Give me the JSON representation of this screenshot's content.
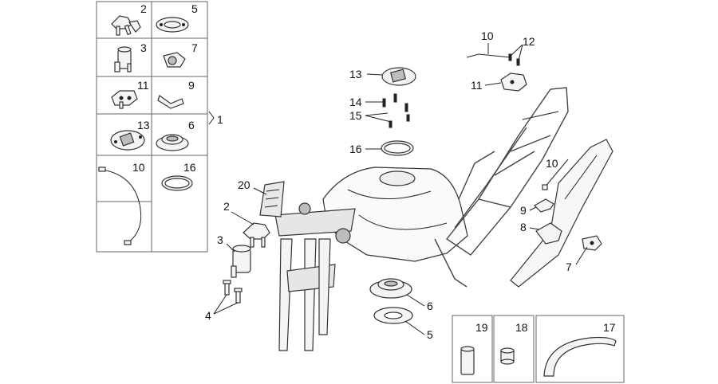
{
  "kit_box": {
    "bracket_label": "1",
    "cells": [
      {
        "label": "2"
      },
      {
        "label": "5"
      },
      {
        "label": "3"
      },
      {
        "label": "7"
      },
      {
        "label": "11"
      },
      {
        "label": "9"
      },
      {
        "label": "13"
      },
      {
        "label": "6"
      },
      {
        "label": "10"
      },
      {
        "label": "16"
      }
    ]
  },
  "callouts": [
    {
      "name": "callout-10-cable",
      "label": "10"
    },
    {
      "name": "callout-12-screws",
      "label": "12"
    },
    {
      "name": "callout-11-lock",
      "label": "11"
    },
    {
      "name": "callout-13-cap",
      "label": "13"
    },
    {
      "name": "callout-14-bolts",
      "label": "14"
    },
    {
      "name": "callout-15-screws",
      "label": "15"
    },
    {
      "name": "callout-16-gasket",
      "label": "16"
    },
    {
      "name": "callout-20-label",
      "label": "20"
    },
    {
      "name": "callout-2-key",
      "label": "2"
    },
    {
      "name": "callout-3-switch",
      "label": "3"
    },
    {
      "name": "callout-4-bolts",
      "label": "4"
    },
    {
      "name": "callout-6-flange",
      "label": "6"
    },
    {
      "name": "callout-5-ring",
      "label": "5"
    },
    {
      "name": "callout-10-rod",
      "label": "10"
    },
    {
      "name": "callout-9-clip",
      "label": "9"
    },
    {
      "name": "callout-8-bracket",
      "label": "8"
    },
    {
      "name": "callout-7-latch",
      "label": "7"
    }
  ],
  "bottom_boxes": [
    {
      "name": "box-19",
      "label": "19"
    },
    {
      "name": "box-18",
      "label": "18"
    },
    {
      "name": "box-17",
      "label": "17"
    }
  ]
}
